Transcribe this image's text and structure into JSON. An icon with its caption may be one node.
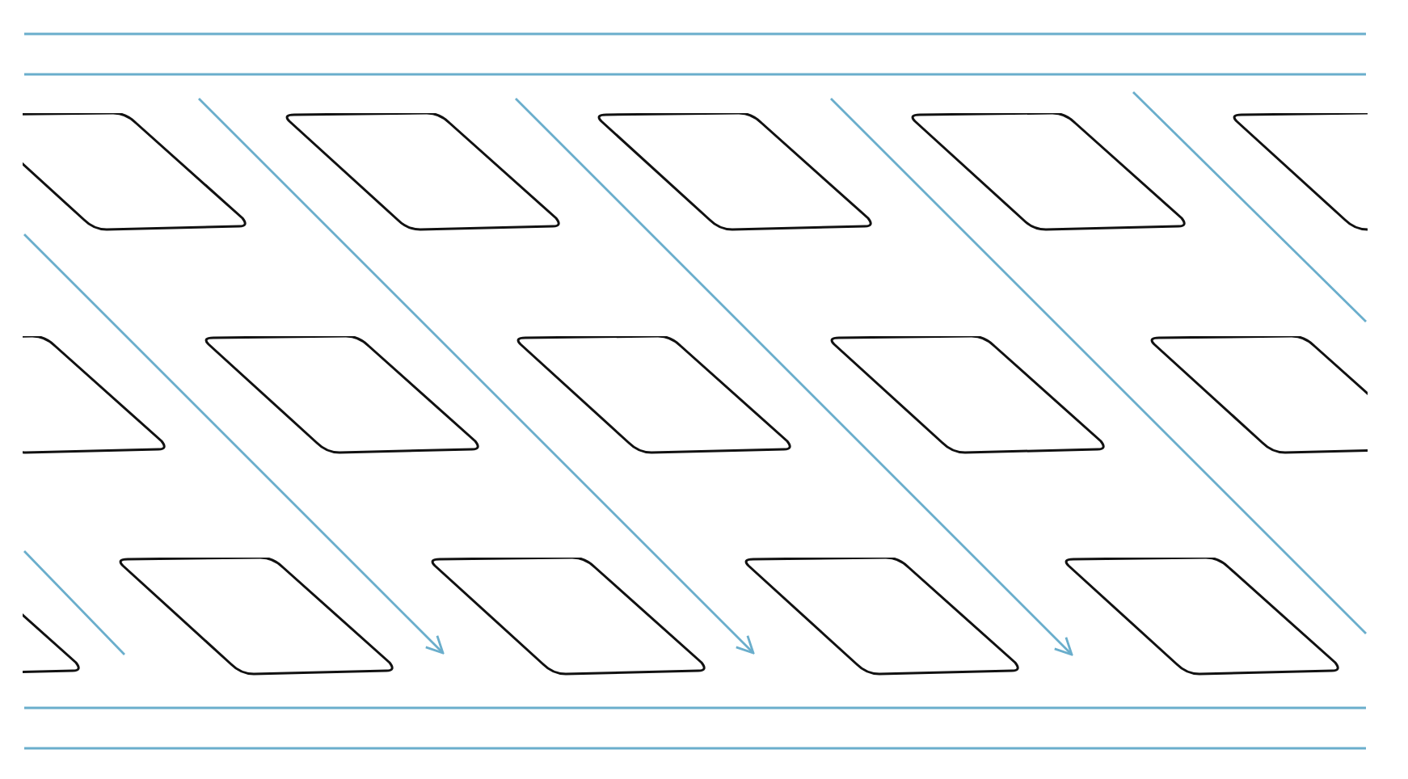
{
  "diagram": {
    "nodes": [
      {
        "text": [],
        "shape": "parallelogram"
      },
      {
        "text": [],
        "shape": "parallelogram"
      },
      {
        "text": [],
        "shape": "parallelogram"
      },
      {
        "text": [],
        "shape": "parallelogram"
      },
      {
        "text": [],
        "shape": "parallelogram"
      },
      {
        "text": [],
        "shape": "parallelogram"
      },
      {
        "text": [],
        "shape": "parallelogram"
      },
      {
        "text": [],
        "shape": "parallelogram"
      },
      {
        "text": [],
        "shape": "parallelogram"
      },
      {
        "text": [],
        "shape": "parallelogram"
      },
      {
        "text": [],
        "shape": "parallelogram"
      },
      {
        "text": [],
        "shape": "parallelogram"
      },
      {
        "text": [],
        "shape": "parallelogram"
      },
      {
        "text": [],
        "shape": "parallelogram"
      },
      {
        "text": [],
        "shape": "parallelogram"
      }
    ]
  }
}
